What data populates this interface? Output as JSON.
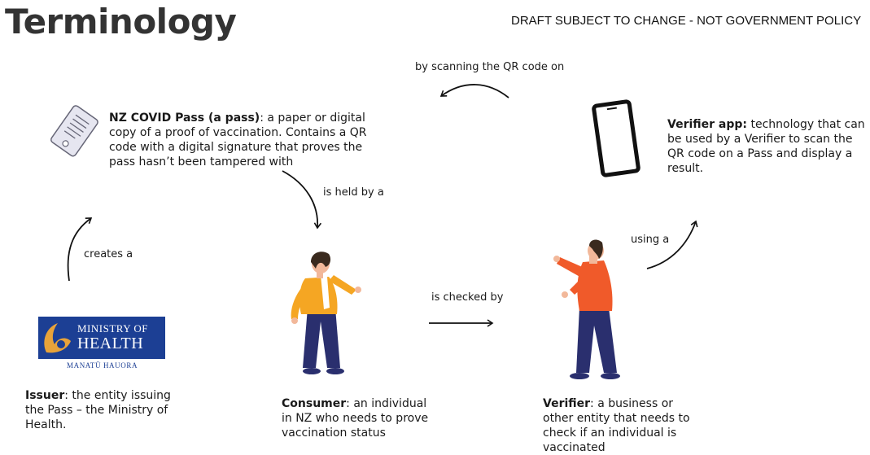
{
  "header": {
    "title": "Terminology",
    "draft_notice": "DRAFT SUBJECT TO CHANGE - NOT GOVERNMENT POLICY"
  },
  "terms": {
    "pass": {
      "term": "NZ COVID Pass (a pass)",
      "definition": ": a paper or digital copy of a proof of vaccination. Contains a QR code with a digital signature that proves the pass hasn’t been tampered with"
    },
    "verifier_app": {
      "term": "Verifier app:",
      "definition": " technology that can be used by a Verifier to scan the QR code on a Pass and display a result."
    },
    "issuer": {
      "term": "Issuer",
      "definition": ": the entity issuing the Pass – the Ministry of Health."
    },
    "consumer": {
      "term": "Consumer",
      "definition": ": an individual in NZ who needs to prove vaccination status"
    },
    "verifier": {
      "term": "Verifier",
      "definition": ": a business or other entity that needs to check if an individual is vaccinated"
    }
  },
  "relations": {
    "scanning": "by scanning the QR code on",
    "held_by": "is held by a",
    "creates": "creates a",
    "checked_by": "is checked by",
    "using": "using a"
  },
  "logo": {
    "line1": "MINISTRY OF",
    "line2": "HEALTH",
    "sub": "MANATŪ HAUORA",
    "color": "#1c3f94",
    "accent": "#e8a33a"
  },
  "colors": {
    "consumer_jacket": "#f5a623",
    "verifier_shirt": "#f05a2a",
    "trousers": "#2a2f6e",
    "hair": "#3a2a1e",
    "skin": "#f2b89a",
    "pass_icon": "#e6e6f0"
  },
  "icons": [
    "pass-ticket-icon",
    "phone-icon"
  ]
}
